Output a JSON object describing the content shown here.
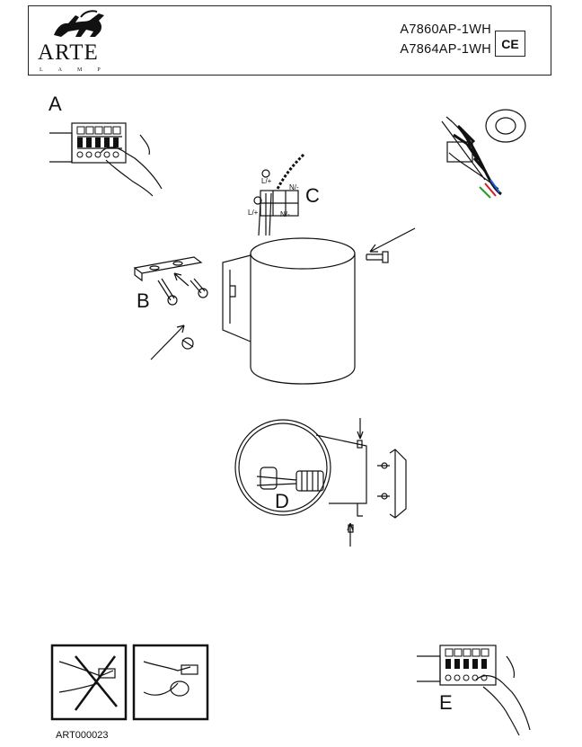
{
  "header": {
    "brand": "ARTE",
    "brand_sub": "LAMP",
    "models": [
      "A7860AP-1WH",
      "A7864AP-1WH"
    ],
    "ce_mark": "CE"
  },
  "steps": {
    "a": "A",
    "b": "B",
    "c": "C",
    "d": "D",
    "e": "E"
  },
  "wiring": {
    "l_plus": "L/+",
    "n_minus": "N/-"
  },
  "footer": {
    "code": "ART000023"
  },
  "icons": [
    "lion-logo-icon",
    "hand-icon",
    "screw-icon",
    "terminal-block-icon",
    "no-touch-bulb-icon",
    "glove-bulb-icon"
  ]
}
